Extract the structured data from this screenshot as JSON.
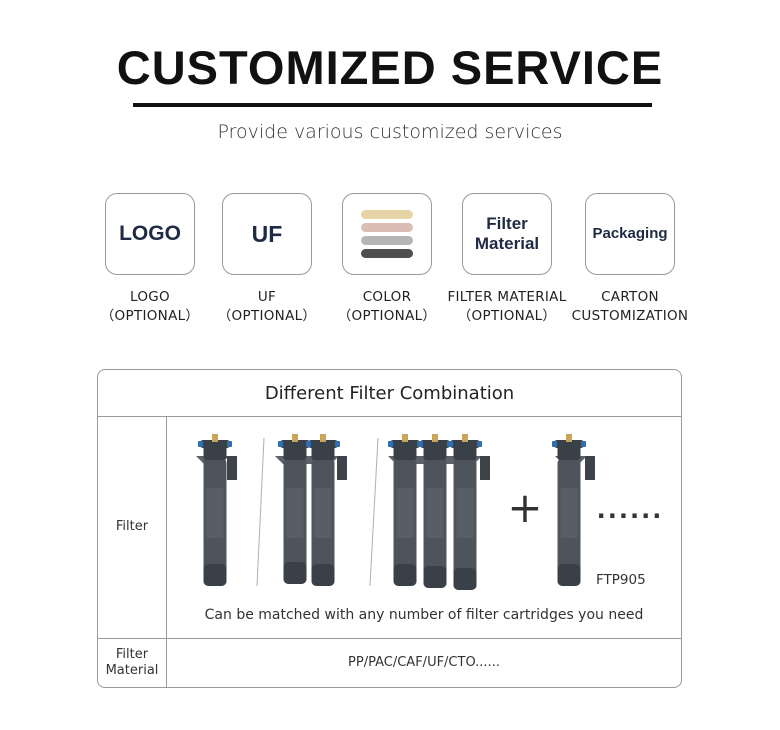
{
  "header": {
    "title": "CUSTOMIZED SERVICE",
    "subtitle": "Provide various customized services"
  },
  "options": [
    {
      "box_text": "LOGO",
      "caption_line1": "LOGO",
      "caption_line2": "（OPTIONAL）"
    },
    {
      "box_text": "UF",
      "caption_line1": "UF",
      "caption_line2": "（OPTIONAL）"
    },
    {
      "box_text": "",
      "caption_line1": "COLOR",
      "caption_line2": "（OPTIONAL）"
    },
    {
      "box_text_line1": "Filter",
      "box_text_line2": "Material",
      "caption_line1": "FILTER MATERIAL",
      "caption_line2": "（OPTIONAL）"
    },
    {
      "box_text": "Packaging",
      "caption_line1": "CARTON",
      "caption_line2": "CUSTOMIZATION"
    }
  ],
  "color_swatches": [
    "#e6d3a6",
    "#dcbcb6",
    "#b5b5b5",
    "#4e4e4e"
  ],
  "table": {
    "header": "Different Filter Combination",
    "filter_row_label": "Filter",
    "filter_note": "Can be matched with any number of filter cartridges you need",
    "model_label": "FTP905",
    "plus_symbol": "+",
    "ellipsis": "......",
    "material_row_label_line1": "Filter",
    "material_row_label_line2": "Material",
    "material_value": "PP/PAC/CAF/UF/CTO......"
  },
  "colors": {
    "cartridge": "#4d545c",
    "cartridge_dark": "#3a4047",
    "accent_blue": "#2f6fb0",
    "border": "#9a9a9a"
  }
}
